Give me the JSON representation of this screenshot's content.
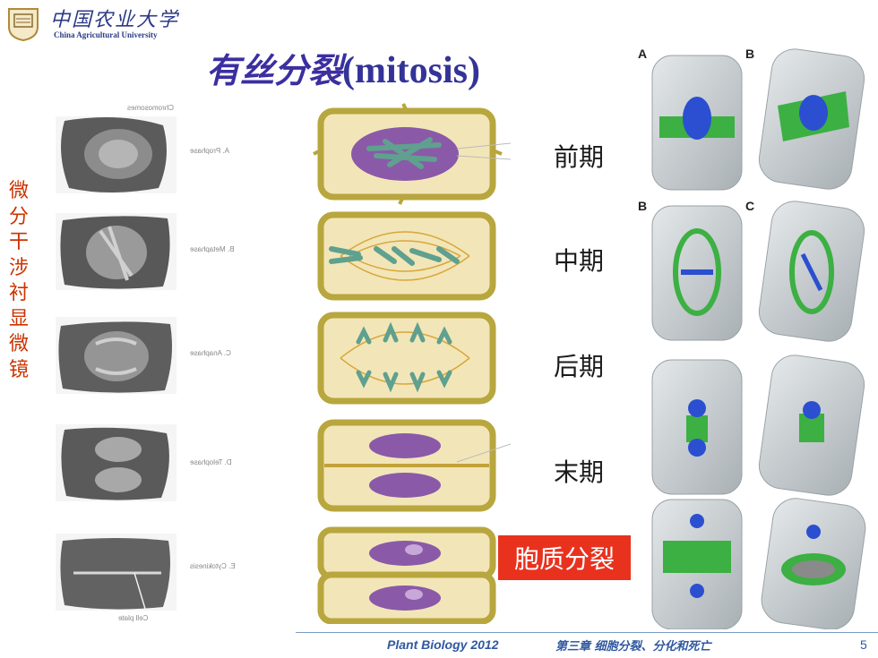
{
  "header": {
    "logo_cn": "中国农业大学",
    "logo_en": "China Agricultural University"
  },
  "title": {
    "cn": "有丝分裂",
    "en": "(mitosis)"
  },
  "side_label": "微分干涉衬显微镜",
  "stages": [
    {
      "label": "前期"
    },
    {
      "label": "中期"
    },
    {
      "label": "后期"
    },
    {
      "label": "末期"
    },
    {
      "label": "胞质分裂"
    }
  ],
  "micro_captions": [
    {
      "top": "Chromosomes",
      "side": "A. Prophase"
    },
    {
      "top": "",
      "side": "B. Metaphase"
    },
    {
      "top": "",
      "side": "C. Anaphase"
    },
    {
      "top": "",
      "side": "D. Telophase"
    },
    {
      "top": "Cell plate",
      "side": "E. Cytokinesis"
    }
  ],
  "panel_letters": [
    "A",
    "B",
    "B",
    "C"
  ],
  "footer": {
    "course": "Plant Biology  2012",
    "chapter": "第三章 细胞分裂、分化和死亡",
    "page": "5"
  },
  "colors": {
    "cell_wall": "#c4b34a",
    "cytoplasm": "#f2e6b8",
    "nucleus": "#8a5aa8",
    "chromosome": "#5a9a8a",
    "spindle": "#3cb043",
    "cyto_box": "#e8321e"
  }
}
